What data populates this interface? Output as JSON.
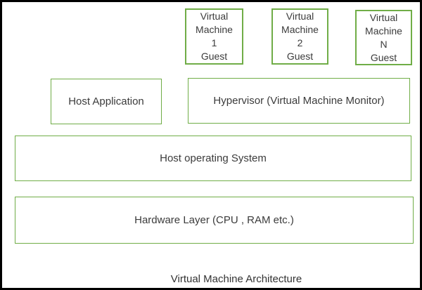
{
  "page": {
    "caption": "Virtual Machine Architecture"
  },
  "colors": {
    "box_border_green": "#70AD47",
    "frame_border": "#000000",
    "text": "#3b3b3b",
    "background": "#ffffff"
  },
  "diagram": {
    "vm_boxes": [
      {
        "id": "vm-1",
        "lines": [
          "Virtual",
          "Machine",
          "1",
          "Guest"
        ]
      },
      {
        "id": "vm-2",
        "lines": [
          "Virtual",
          "Machine",
          "2",
          "Guest"
        ]
      },
      {
        "id": "vm-n",
        "lines": [
          "Virtual",
          "Machine",
          "N",
          "Guest"
        ]
      }
    ],
    "host_application_label": "Host Application",
    "hypervisor_label": "Hypervisor (Virtual Machine Monitor)",
    "host_os_label": "Host operating System",
    "hardware_label": "Hardware Layer (CPU , RAM etc.)"
  }
}
